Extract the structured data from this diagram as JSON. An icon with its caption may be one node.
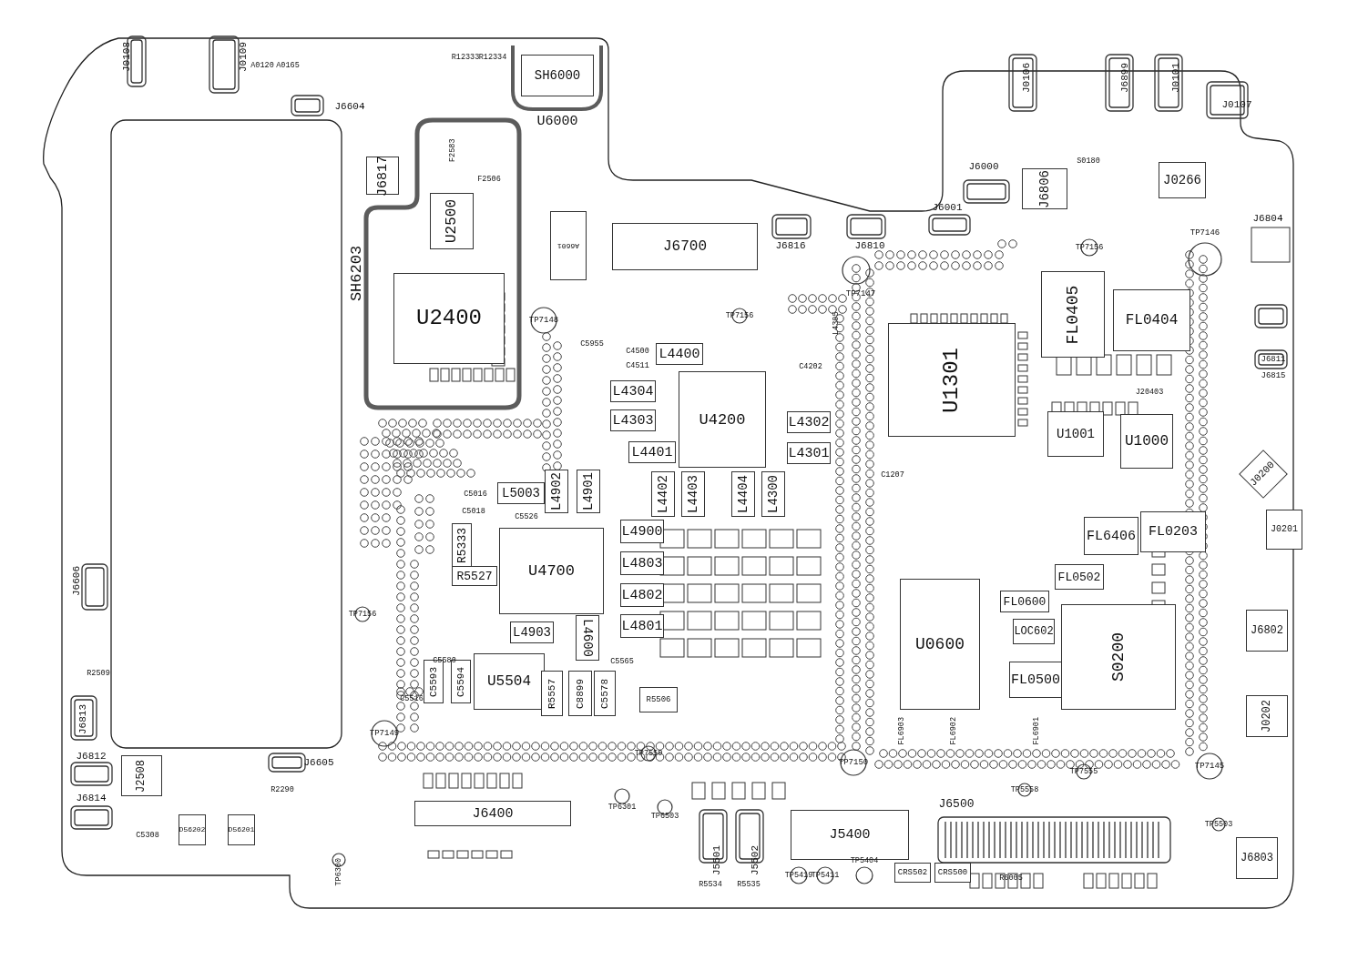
{
  "diagram": {
    "nodes": [
      {
        "text": [
          "SH6000"
        ]
      },
      {
        "text": [
          "J6817"
        ]
      },
      {
        "text": [
          "U2500"
        ]
      },
      {
        "text": [
          "U2400"
        ]
      },
      {
        "text": [
          "J6806"
        ]
      },
      {
        "text": [
          "J0266"
        ]
      },
      {
        "text": [
          "J6700"
        ]
      },
      {
        "text": [
          "U1301"
        ]
      },
      {
        "text": [
          "FL0405"
        ]
      },
      {
        "text": [
          "FL0404"
        ]
      },
      {
        "text": [
          "L4400"
        ]
      },
      {
        "text": [
          "L4304"
        ]
      },
      {
        "text": [
          "L4303"
        ]
      },
      {
        "text": [
          "U4200"
        ]
      },
      {
        "text": [
          "L4302"
        ]
      },
      {
        "text": [
          "L4301"
        ]
      },
      {
        "text": [
          "L4401"
        ]
      },
      {
        "text": [
          "L4902"
        ]
      },
      {
        "text": [
          "L4901"
        ]
      },
      {
        "text": [
          "L4402"
        ]
      },
      {
        "text": [
          "L4403"
        ]
      },
      {
        "text": [
          "L4404"
        ]
      },
      {
        "text": [
          "L4300"
        ]
      },
      {
        "text": [
          "L5003"
        ]
      },
      {
        "text": [
          "R5333"
        ]
      },
      {
        "text": [
          "U4700"
        ]
      },
      {
        "text": [
          "L4900"
        ]
      },
      {
        "text": [
          "L4803"
        ]
      },
      {
        "text": [
          "L4802"
        ]
      },
      {
        "text": [
          "L4801"
        ]
      },
      {
        "text": [
          "R5527"
        ]
      },
      {
        "text": [
          "L4903"
        ]
      },
      {
        "text": [
          "L4600"
        ]
      },
      {
        "text": [
          "U5504"
        ]
      },
      {
        "text": [
          "R5506"
        ]
      },
      {
        "text": [
          "U1001"
        ]
      },
      {
        "text": [
          "U1000"
        ]
      },
      {
        "text": [
          "J0200"
        ]
      },
      {
        "text": [
          "J0201"
        ]
      },
      {
        "text": [
          "FL6406"
        ]
      },
      {
        "text": [
          "FL0203"
        ]
      },
      {
        "text": [
          "FL0502"
        ]
      },
      {
        "text": [
          "FL0600"
        ]
      },
      {
        "text": [
          "LOC602"
        ]
      },
      {
        "text": [
          "FL0500"
        ]
      },
      {
        "text": [
          "U0600"
        ]
      },
      {
        "text": [
          "S0200"
        ]
      },
      {
        "text": [
          "J6802"
        ]
      },
      {
        "text": [
          "J0202"
        ]
      },
      {
        "text": [
          "J2508"
        ]
      },
      {
        "text": [
          "D56202"
        ]
      },
      {
        "text": [
          "D56201"
        ]
      },
      {
        "text": [
          "J6400"
        ]
      },
      {
        "text": [
          "J5400"
        ]
      },
      {
        "text": [
          "J6803"
        ]
      },
      {
        "text": [
          "CRS502"
        ]
      },
      {
        "text": [
          "CRS500"
        ]
      },
      {
        "text": [
          "A6601"
        ]
      },
      {
        "text": [
          "C5593"
        ]
      },
      {
        "text": [
          "C5594"
        ]
      },
      {
        "text": [
          "R5557"
        ]
      },
      {
        "text": [
          "C8899"
        ]
      },
      {
        "text": [
          "C5578"
        ]
      }
    ],
    "labels": [
      "J0108",
      "J0109",
      "A0120",
      "A0165",
      "J6604",
      "R12333",
      "R12334",
      "U6000",
      "F2583",
      "F2506",
      "SH6203",
      "J0106",
      "J6899",
      "J0101",
      "J0107",
      "S0180",
      "J6000",
      "J6001",
      "J6804",
      "J6816",
      "J6810",
      "TP7156",
      "TP7146",
      "TP7147",
      "TP7148",
      "TP7156",
      "L4305",
      "J6811",
      "J6815",
      "C4500",
      "C4511",
      "C5955",
      "C4202",
      "J20403",
      "C1207",
      "C5016",
      "C5018",
      "C5526",
      "C5580",
      "C5516",
      "C5565",
      "TP7156",
      "J6606",
      "R2509",
      "J6813",
      "J6812",
      "J6814",
      "J6605",
      "TP7149",
      "TP7550",
      "TP7150",
      "TP7555",
      "TP7145",
      "FL6903",
      "FL6902",
      "FL6901",
      "TP6301",
      "TP6503",
      "R2290",
      "C5308",
      "TP6300",
      "J6500",
      "TP5558",
      "TP5503",
      "J5501",
      "J5502",
      "R5534",
      "R5535",
      "TP5419",
      "TP5411",
      "TP5404",
      "R6005"
    ]
  }
}
